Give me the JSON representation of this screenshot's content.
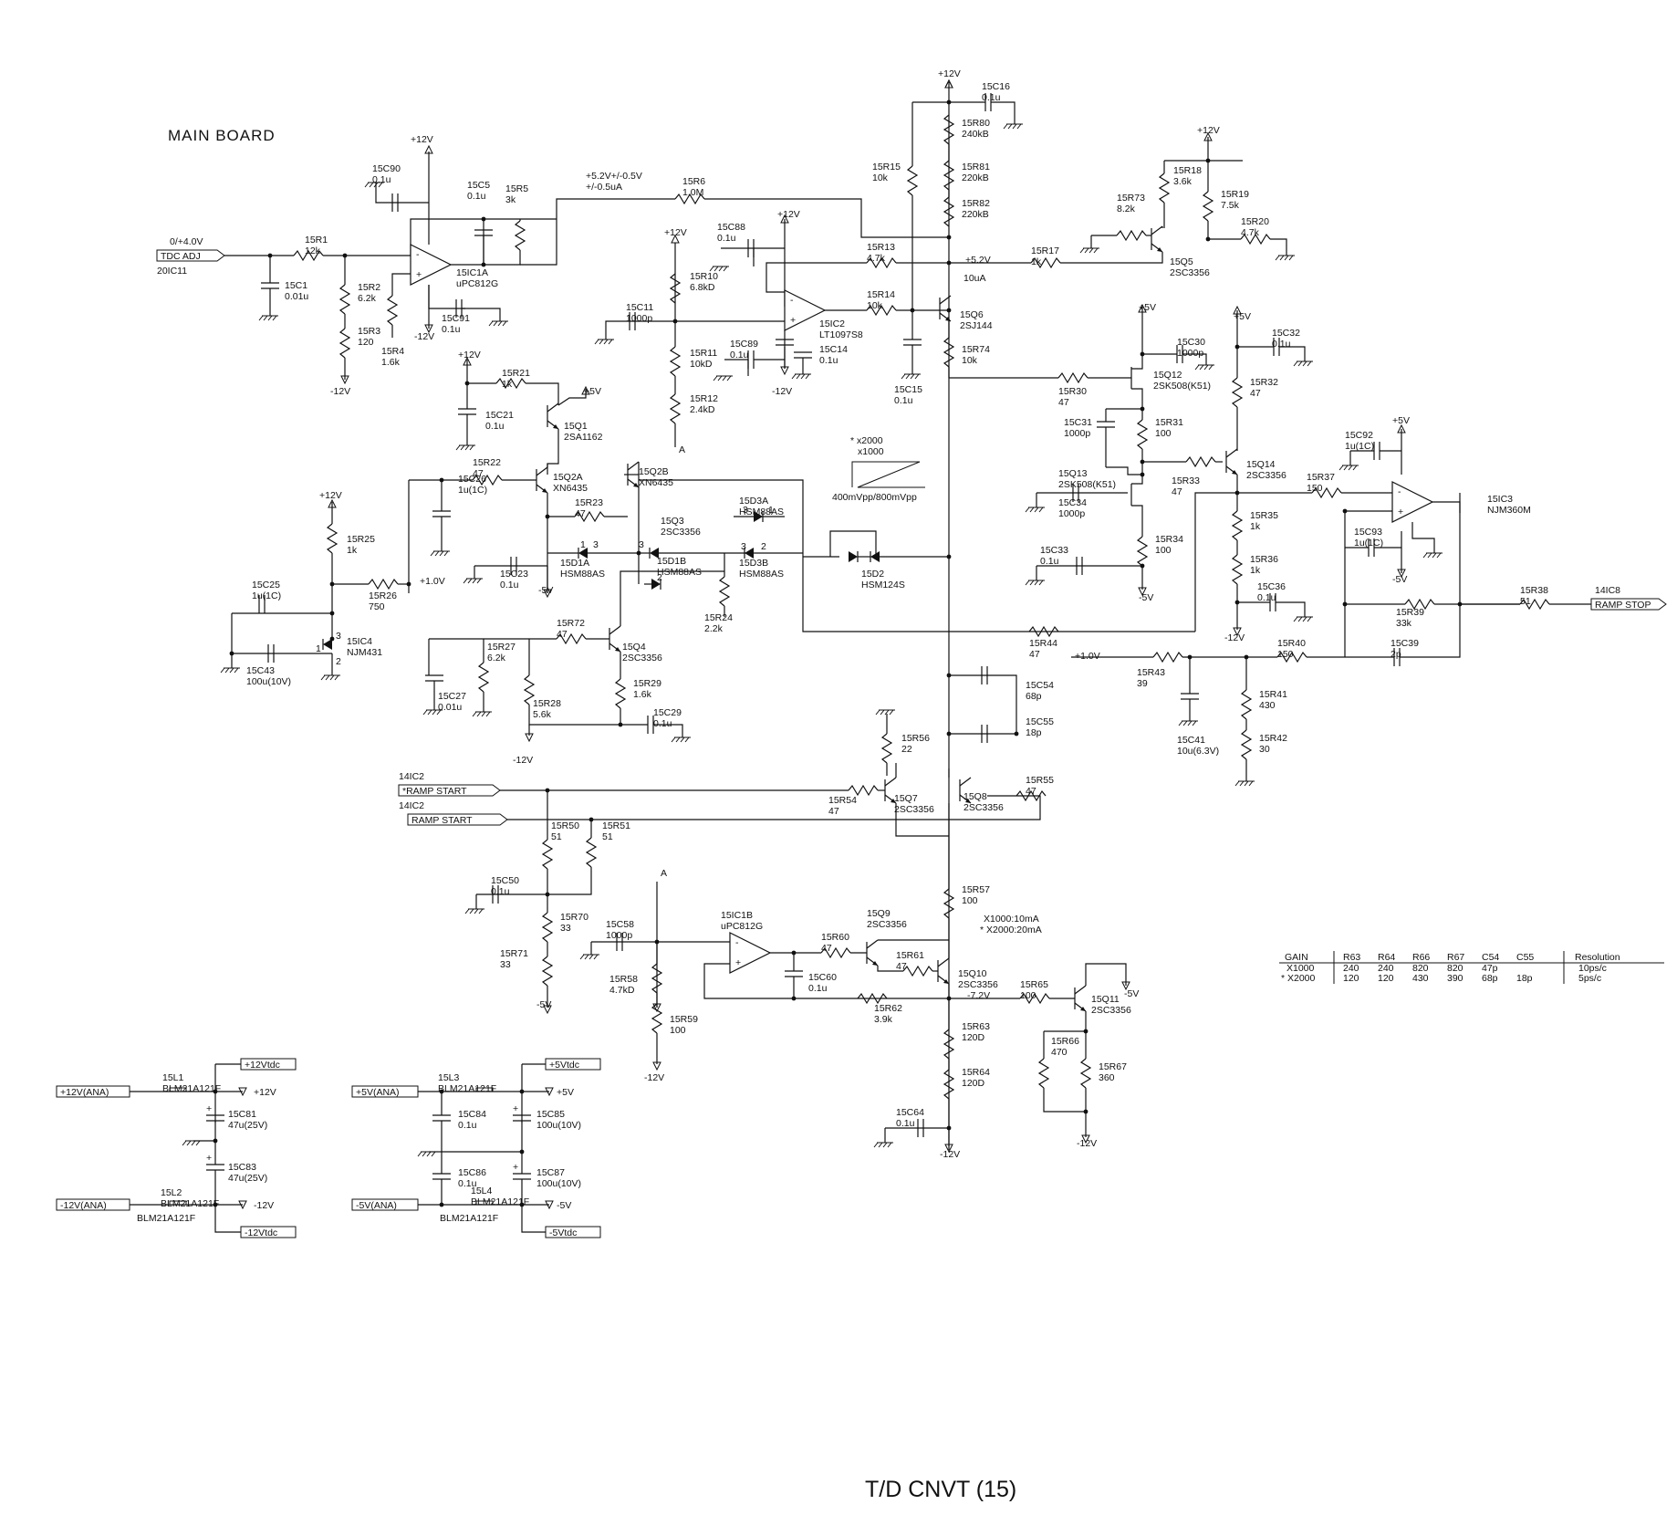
{
  "board_label": "MAIN BOARD",
  "page_title": "T/D CNVT (15)",
  "rails": {
    "p12": "+12V",
    "m12": "-12V",
    "p5": "+5V",
    "m5": "-5V",
    "p52": "+5.2V",
    "p10": "+1.0V",
    "m72": "-7.2V",
    "ua10": "10uA"
  },
  "ports": [
    {
      "id": "tdc_adj",
      "label": "TDC ADJ",
      "note": "0/+4.0V",
      "ref": "20IC11"
    },
    {
      "id": "ramp_stop",
      "label": "RAMP STOP",
      "ref": "14IC8"
    },
    {
      "id": "nramp_start",
      "label": "*RAMP START",
      "ref": "14IC2"
    },
    {
      "id": "ramp_start",
      "label": "RAMP START",
      "ref": "14IC2"
    },
    {
      "id": "p12ana",
      "label": "+12V(ANA)"
    },
    {
      "id": "m12ana",
      "label": "-12V(ANA)"
    },
    {
      "id": "p5ana",
      "label": "+5V(ANA)"
    },
    {
      "id": "m5ana",
      "label": "-5V(ANA)"
    },
    {
      "id": "p12vtdc",
      "label": "+12Vtdc"
    },
    {
      "id": "m12vtdc",
      "label": "-12Vtdc"
    },
    {
      "id": "p5vtdc",
      "label": "+5Vtdc"
    },
    {
      "id": "m5vtdc",
      "label": "-5Vtdc"
    }
  ],
  "parts": [
    {
      "ref": "15R1",
      "value": "12k"
    },
    {
      "ref": "15C1",
      "value": "0.01u"
    },
    {
      "ref": "15R2",
      "value": "6.2k"
    },
    {
      "ref": "15R3",
      "value": "120"
    },
    {
      "ref": "15R4",
      "value": "1.6k"
    },
    {
      "ref": "15C90",
      "value": "0.1u"
    },
    {
      "ref": "15C5",
      "value": "0.1u"
    },
    {
      "ref": "15R5",
      "value": "3k"
    },
    {
      "ref": "15IC1A",
      "value": "uPC812G"
    },
    {
      "ref": "15C91",
      "value": "0.1u"
    },
    {
      "ref": "15R6",
      "value": "1.0M"
    },
    {
      "ref": "15C88",
      "value": "0.1u"
    },
    {
      "ref": "15R10",
      "value": "6.8kD"
    },
    {
      "ref": "15C11",
      "value": "1000p"
    },
    {
      "ref": "15R11",
      "value": "10kD"
    },
    {
      "ref": "15R12",
      "value": "2.4kD"
    },
    {
      "ref": "15C89",
      "value": "0.1u"
    },
    {
      "ref": "15IC2",
      "value": "LT1097S8"
    },
    {
      "ref": "15C14",
      "value": "0.1u"
    },
    {
      "ref": "15R13",
      "value": "4.7k"
    },
    {
      "ref": "15R14",
      "value": "10k"
    },
    {
      "ref": "15R15",
      "value": "10k"
    },
    {
      "ref": "15C15",
      "value": "0.1u"
    },
    {
      "ref": "15C16",
      "value": "0.1u"
    },
    {
      "ref": "15R80",
      "value": "240kB"
    },
    {
      "ref": "15R81",
      "value": "220kB"
    },
    {
      "ref": "15R82",
      "value": "220kB"
    },
    {
      "ref": "15Q6",
      "value": "2SJ144"
    },
    {
      "ref": "15R74",
      "value": "10k"
    },
    {
      "ref": "15R17",
      "value": "1k"
    },
    {
      "ref": "15R18",
      "value": "3.6k"
    },
    {
      "ref": "15R19",
      "value": "7.5k"
    },
    {
      "ref": "15R20",
      "value": "4.7k"
    },
    {
      "ref": "15R73",
      "value": "8.2k"
    },
    {
      "ref": "15Q5",
      "value": "2SC3356"
    },
    {
      "ref": "15R21",
      "value": "1k"
    },
    {
      "ref": "15C21",
      "value": "0.1u"
    },
    {
      "ref": "15Q1",
      "value": "2SA1162"
    },
    {
      "ref": "15R22",
      "value": "47"
    },
    {
      "ref": "15C26",
      "value": "1u(1C)"
    },
    {
      "ref": "15Q2A",
      "value": "XN6435"
    },
    {
      "ref": "15Q2B",
      "value": "XN6435"
    },
    {
      "ref": "15R23",
      "value": "47"
    },
    {
      "ref": "15Q3",
      "value": "2SC3356"
    },
    {
      "ref": "15D3A",
      "value": "HSM88AS"
    },
    {
      "ref": "15D3B",
      "value": "HSM88AS"
    },
    {
      "ref": "15D1A",
      "value": "HSM88AS"
    },
    {
      "ref": "15D1B",
      "value": "HSM88AS"
    },
    {
      "ref": "15D2",
      "value": "HSM124S"
    },
    {
      "ref": "15C23",
      "value": "0.1u"
    },
    {
      "ref": "15R24",
      "value": "2.2k"
    },
    {
      "ref": "15R25",
      "value": "1k"
    },
    {
      "ref": "15R26",
      "value": "750"
    },
    {
      "ref": "15C25",
      "value": "1u(1C)"
    },
    {
      "ref": "15IC4",
      "value": "NJM431"
    },
    {
      "ref": "15C43",
      "value": "100u(10V)"
    },
    {
      "ref": "15C27",
      "value": "0.01u"
    },
    {
      "ref": "15R27",
      "value": "6.2k"
    },
    {
      "ref": "15R72",
      "value": "47"
    },
    {
      "ref": "15Q4",
      "value": "2SC3356"
    },
    {
      "ref": "15R28",
      "value": "5.6k"
    },
    {
      "ref": "15R29",
      "value": "1.6k"
    },
    {
      "ref": "15C29",
      "value": "0.1u"
    },
    {
      "ref": "15R30",
      "value": "47"
    },
    {
      "ref": "15C30",
      "value": "1000p"
    },
    {
      "ref": "15Q12",
      "value": "2SK508(K51)"
    },
    {
      "ref": "15C31",
      "value": "1000p"
    },
    {
      "ref": "15R31",
      "value": "100"
    },
    {
      "ref": "15Q13",
      "value": "2SK508(K51)"
    },
    {
      "ref": "15C34",
      "value": "1000p"
    },
    {
      "ref": "15R33",
      "value": "47"
    },
    {
      "ref": "15R34",
      "value": "100"
    },
    {
      "ref": "15C33",
      "value": "0.1u"
    },
    {
      "ref": "15C32",
      "value": "0.1u"
    },
    {
      "ref": "15R32",
      "value": "47"
    },
    {
      "ref": "15Q14",
      "value": "2SC3356"
    },
    {
      "ref": "15R35",
      "value": "1k"
    },
    {
      "ref": "15R36",
      "value": "1k"
    },
    {
      "ref": "15C36",
      "value": "0.1u"
    },
    {
      "ref": "15R37",
      "value": "150"
    },
    {
      "ref": "15C92",
      "value": "1u(1C)"
    },
    {
      "ref": "15C93",
      "value": "1u(1C)"
    },
    {
      "ref": "15IC3",
      "value": "NJM360M"
    },
    {
      "ref": "15R38",
      "value": "51"
    },
    {
      "ref": "15R39",
      "value": "33k"
    },
    {
      "ref": "15R44",
      "value": "47"
    },
    {
      "ref": "15R40",
      "value": "150"
    },
    {
      "ref": "15C39",
      "value": "2p"
    },
    {
      "ref": "15R43",
      "value": "39"
    },
    {
      "ref": "15R41",
      "value": "430"
    },
    {
      "ref": "15C41",
      "value": "10u(6.3V)"
    },
    {
      "ref": "15R42",
      "value": "30"
    },
    {
      "ref": "15C54",
      "value": "68p"
    },
    {
      "ref": "15C55",
      "value": "18p"
    },
    {
      "ref": "15R56",
      "value": "22"
    },
    {
      "ref": "15R54",
      "value": "47"
    },
    {
      "ref": "15Q7",
      "value": "2SC3356"
    },
    {
      "ref": "15Q8",
      "value": "2SC3356"
    },
    {
      "ref": "15R55",
      "value": "47"
    },
    {
      "ref": "15R50",
      "value": "51"
    },
    {
      "ref": "15R51",
      "value": "51"
    },
    {
      "ref": "15C50",
      "value": "0.1u"
    },
    {
      "ref": "15R70",
      "value": "33"
    },
    {
      "ref": "15R71",
      "value": "33"
    },
    {
      "ref": "15R57",
      "value": "100"
    },
    {
      "ref": "15IC1B",
      "value": "uPC812G"
    },
    {
      "ref": "15C58",
      "value": "1000p"
    },
    {
      "ref": "15R58",
      "value": "4.7kD"
    },
    {
      "ref": "15R59",
      "value": "100"
    },
    {
      "ref": "15R60",
      "value": "47"
    },
    {
      "ref": "15Q9",
      "value": "2SC3356"
    },
    {
      "ref": "15R61",
      "value": "47"
    },
    {
      "ref": "15Q10",
      "value": "2SC3356"
    },
    {
      "ref": "15C60",
      "value": "0.1u"
    },
    {
      "ref": "15R62",
      "value": "3.9k"
    },
    {
      "ref": "15R65",
      "value": "100"
    },
    {
      "ref": "15Q11",
      "value": "2SC3356"
    },
    {
      "ref": "15R63",
      "value": "120D"
    },
    {
      "ref": "15R64",
      "value": "120D"
    },
    {
      "ref": "15C64",
      "value": "0.1u"
    },
    {
      "ref": "15R66",
      "value": "470"
    },
    {
      "ref": "15R67",
      "value": "360"
    },
    {
      "ref": "15L1",
      "value": "BLM21A121F"
    },
    {
      "ref": "15L2",
      "value": "BLM21A121F"
    },
    {
      "ref": "15L3",
      "value": "BLM21A121F"
    },
    {
      "ref": "15L4",
      "value": "BLM21A121F"
    },
    {
      "ref": "15C81",
      "value": "47u(25V)"
    },
    {
      "ref": "15C83",
      "value": "47u(25V)"
    },
    {
      "ref": "15C84",
      "value": "0.1u"
    },
    {
      "ref": "15C85",
      "value": "100u(10V)"
    },
    {
      "ref": "15C86",
      "value": "0.1u"
    },
    {
      "ref": "15C87",
      "value": "100u(10V)"
    }
  ],
  "notes": {
    "offset": "+5.2V+/-0.5V",
    "offset_current": "+/-0.5uA",
    "gain_a": "* x2000",
    "gain_b": "x1000",
    "ramp_amplitude": "400mVpp/800mVpp",
    "current_a": "X1000:10mA",
    "current_b": "* X2000:20mA",
    "node_a": "A"
  },
  "gain_table": {
    "headers": [
      "GAIN",
      "R63",
      "R64",
      "R66",
      "R67",
      "C54",
      "C55",
      "Resolution"
    ],
    "rows": [
      [
        "X1000",
        "240",
        "240",
        "820",
        "820",
        "47p",
        "",
        "10ps/c"
      ],
      [
        "* X2000",
        "120",
        "120",
        "430",
        "390",
        "68p",
        "18p",
        "5ps/c"
      ]
    ]
  }
}
